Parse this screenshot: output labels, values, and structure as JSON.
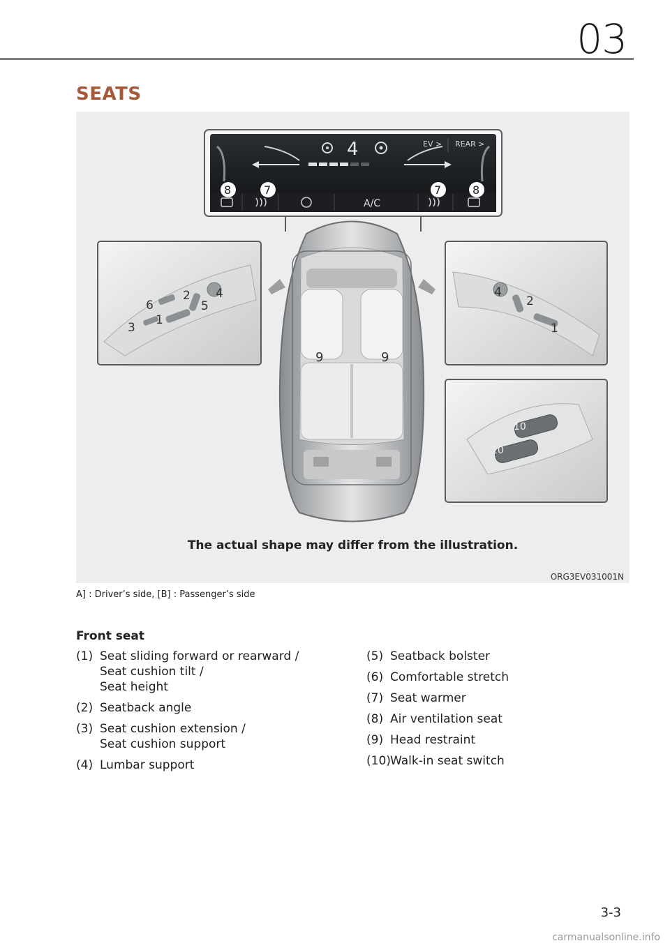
{
  "header": {
    "chapter": "03",
    "section_title": "SEATS"
  },
  "figure": {
    "caption": "The actual shape may differ from the illustration.",
    "code": "ORG3EV031001N",
    "note": "A] : Driver’s side, [B] : Passenger’s side",
    "climate_panel": {
      "fan_level": "4",
      "ev_label": "EV >",
      "rear_label": "REAR >",
      "ac_label": "A/C",
      "callouts": [
        "8",
        "7",
        "7",
        "8"
      ]
    },
    "driver_switch_callouts": [
      "1",
      "2",
      "3",
      "4",
      "5",
      "6"
    ],
    "passenger_switch_callouts": [
      "1",
      "2",
      "4"
    ],
    "walkin_callouts": [
      "10",
      "10"
    ],
    "seat_callouts": [
      "9",
      "9"
    ]
  },
  "section": {
    "subheading": "Front seat",
    "items_left": [
      {
        "num": "(1)",
        "text": "Seat sliding forward or rearward /\nSeat cushion tilt /\nSeat height"
      },
      {
        "num": "(2)",
        "text": "Seatback angle"
      },
      {
        "num": "(3)",
        "text": "Seat cushion extension /\nSeat cushion support"
      },
      {
        "num": "(4)",
        "text": "Lumbar support"
      }
    ],
    "items_right": [
      {
        "num": "(5)",
        "text": "Seatback bolster"
      },
      {
        "num": "(6)",
        "text": "Comfortable stretch"
      },
      {
        "num": "(7)",
        "text": "Seat warmer"
      },
      {
        "num": "(8)",
        "text": "Air ventilation seat"
      },
      {
        "num": "(9)",
        "text": "Head restraint"
      },
      {
        "num": "(10)",
        "text": "Walk-in seat switch"
      }
    ]
  },
  "footer": {
    "page_number": "3-3",
    "watermark": "carmanualsonline.info"
  }
}
